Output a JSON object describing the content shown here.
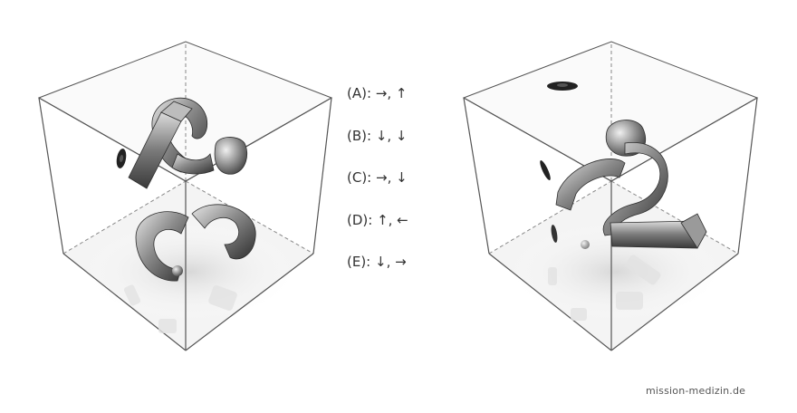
{
  "options": [
    {
      "label": "(A): →, ↑"
    },
    {
      "label": "(B): ↓, ↓"
    },
    {
      "label": "(C): →, ↓"
    },
    {
      "label": "(D): ↑, ←"
    },
    {
      "label": "(E): ↓, →"
    }
  ],
  "credit": "mission-medizin.de",
  "colors": {
    "cube_edge": "#555555",
    "object_dark": "#3c3c3c",
    "object_light": "#cfcfcf",
    "text": "#333333"
  }
}
